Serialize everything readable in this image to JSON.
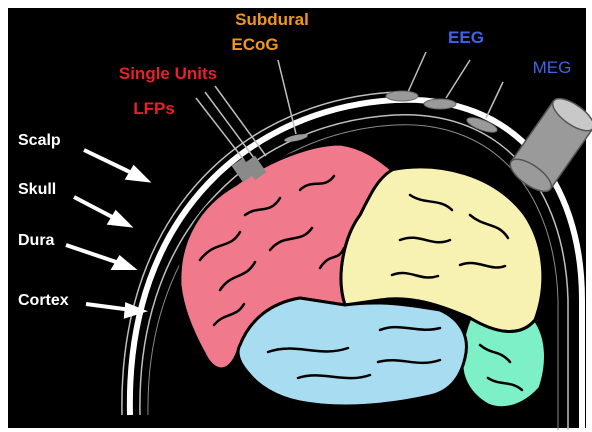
{
  "labels": {
    "subdural_line1": "Subdural",
    "subdural_line2": "ECoG",
    "single_units": "Single Units",
    "lfps": "LFPs",
    "eeg": "EEG",
    "meg": "MEG",
    "scalp": "Scalp",
    "skull": "Skull",
    "dura": "Dura",
    "cortex": "Cortex"
  },
  "colors": {
    "background": "#000000",
    "subdural": "#f0961e",
    "single_units": "#e8202a",
    "lfps": "#e8202a",
    "eeg": "#3f63e8",
    "meg": "#3f63e8",
    "layer_labels": "#ffffff",
    "frontal_lobe": "#f07a8c",
    "parietal_lobe": "#f7f1b2",
    "temporal_lobe": "#a8dcf0",
    "occipital_lobe": "#7ef0c8",
    "sensors": "#9a9a9a"
  }
}
